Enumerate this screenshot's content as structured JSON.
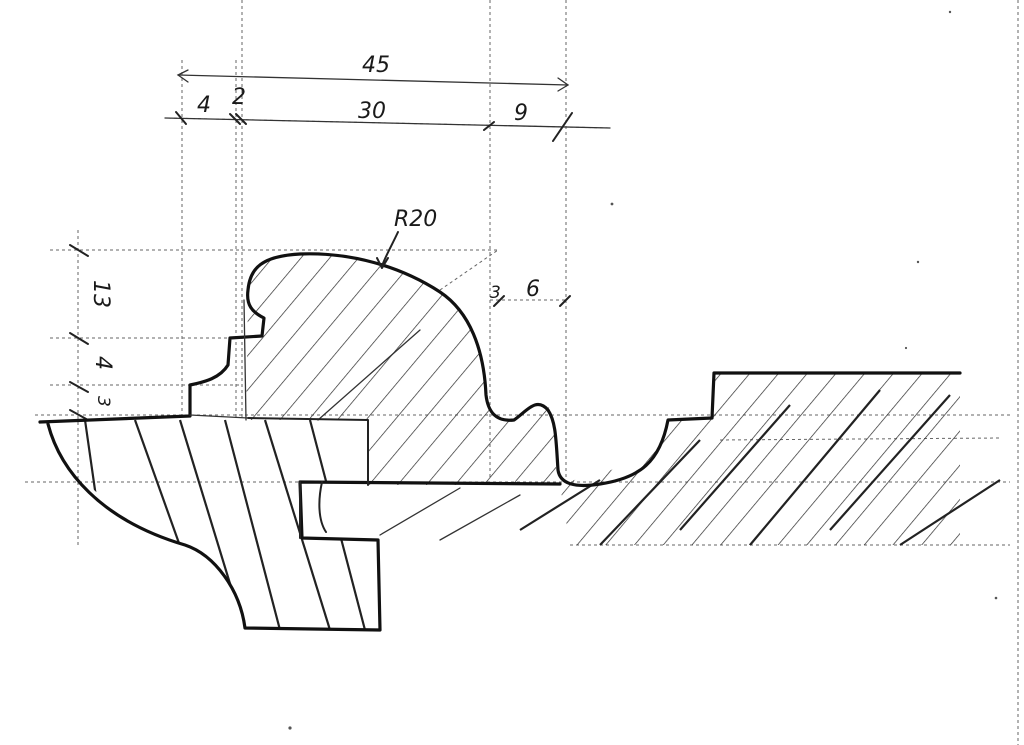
{
  "drawing": {
    "dimensions": {
      "overall_width": "45",
      "segment_1": "4",
      "segment_2": "2",
      "segment_3": "30",
      "segment_4": "9",
      "radius": "R20",
      "height_1": "13",
      "height_2": "4",
      "height_3": "3",
      "groove_depth": "3",
      "groove_width": "6"
    }
  }
}
